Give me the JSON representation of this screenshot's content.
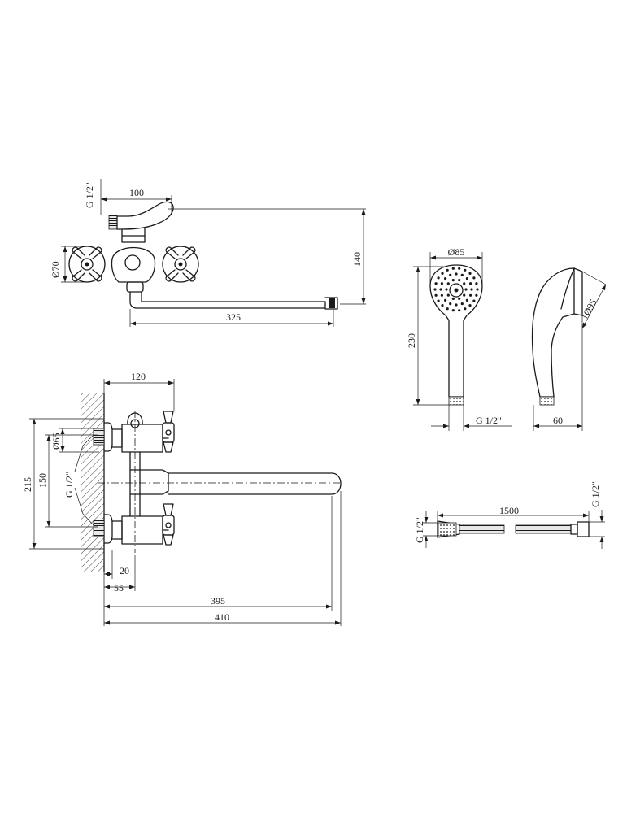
{
  "dimensions": {
    "top_view": {
      "thread": "G 1/2\"",
      "eccentric_spacing": "100",
      "flange_diameter": "Ø70",
      "height": "140",
      "spout_length": "325"
    },
    "side_view": {
      "projection": "120",
      "flange_diameter": "Ø65",
      "total_height": "215",
      "inlet_spacing": "150",
      "thread": "G 1/2\"",
      "offset_small": "20",
      "offset": "55",
      "spout_reach": "395",
      "total_reach": "410"
    },
    "shower_head": {
      "head_diameter": "Ø85",
      "length": "230",
      "thread": "G 1/2\"",
      "side_diameter": "Ø95",
      "depth": "60"
    },
    "hose": {
      "length": "1500",
      "thread_left": "G 1/2\"",
      "thread_right": "G 1/2\""
    }
  },
  "colors": {
    "line": "#1a1a1a",
    "background": "#ffffff"
  }
}
